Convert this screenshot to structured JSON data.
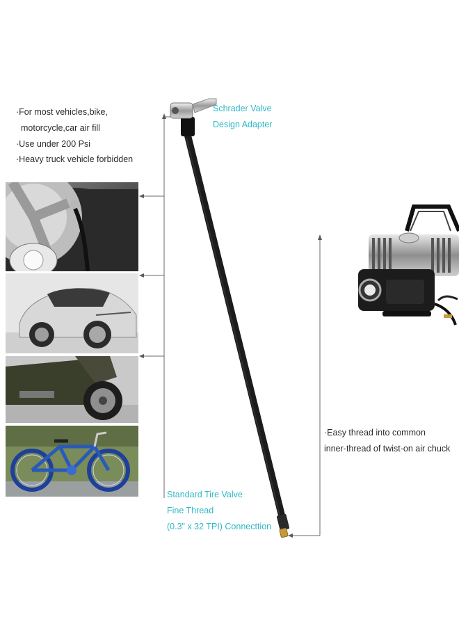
{
  "features": [
    "·For most vehicles,bike,",
    "motorcycle,car air fill",
    "·Use under 200 Psi",
    "·Heavy truck vehicle forbidden"
  ],
  "top_label": [
    "Schrader Valve",
    "Design Adapter"
  ],
  "bottom_label": [
    "Standard Tire Valve",
    "Fine Thread",
    "(0.3\" x 32 TPI) Connecttion"
  ],
  "right_label": [
    "·Easy thread into common",
    "inner-thread of twist-on air chuck"
  ],
  "colors": {
    "accent": "#2fb8c6",
    "text": "#2b2b2b",
    "hose": "#1c1c1c",
    "bike_blue": "#2a5ab8"
  }
}
